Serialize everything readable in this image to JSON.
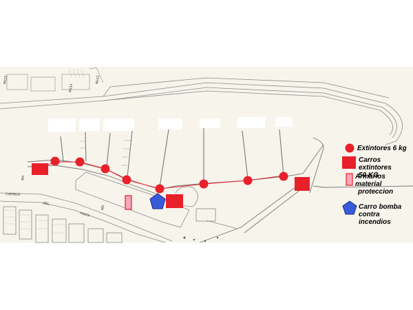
{
  "legend": {
    "extinguishers": "Extintores 6 kg",
    "cart_line1": "Carros extintores",
    "cart_line2": "50 KG",
    "cabinet_line1": "Armarios material",
    "cabinet_line2": "proteccion",
    "truck_line1": "Carro bomba",
    "truck_line2": "contra incendios"
  },
  "map_labels": {
    "m115": "M115",
    "m114": "M114",
    "m113": "M113",
    "m4": "M4",
    "carrer": "CARRER",
    "del": "DEL",
    "pinta": "PINTA",
    "m5": "M5"
  },
  "colors": {
    "extinguisher": "#e8202a",
    "cart": "#e8202a",
    "cabinet_fill": "#f4a7b9",
    "cabinet_stroke": "#e8202a",
    "truck_fill": "#3a5bd9",
    "truck_stroke": "#1a2a8a",
    "paper": "#f7f4ec"
  },
  "icons": {
    "extinguisher": "red-circle",
    "cart": "red-square",
    "cabinet": "pink-rectangle",
    "truck": "blue-pentagon"
  }
}
